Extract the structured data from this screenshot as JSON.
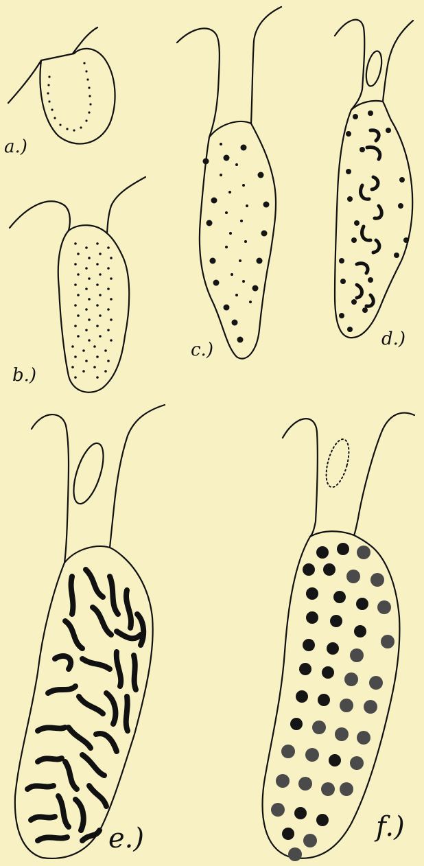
{
  "figure": {
    "panels": [
      {
        "id": "a",
        "label": "a.)"
      },
      {
        "id": "b",
        "label": "b.)"
      },
      {
        "id": "c",
        "label": "c.)"
      },
      {
        "id": "d",
        "label": "d.)"
      },
      {
        "id": "e",
        "label": "e.)"
      },
      {
        "id": "f",
        "label": "f.)"
      }
    ]
  },
  "colors": {
    "background": "#f7f1c4",
    "ink": "#111111",
    "grey_dots": "#4a4a4a"
  }
}
